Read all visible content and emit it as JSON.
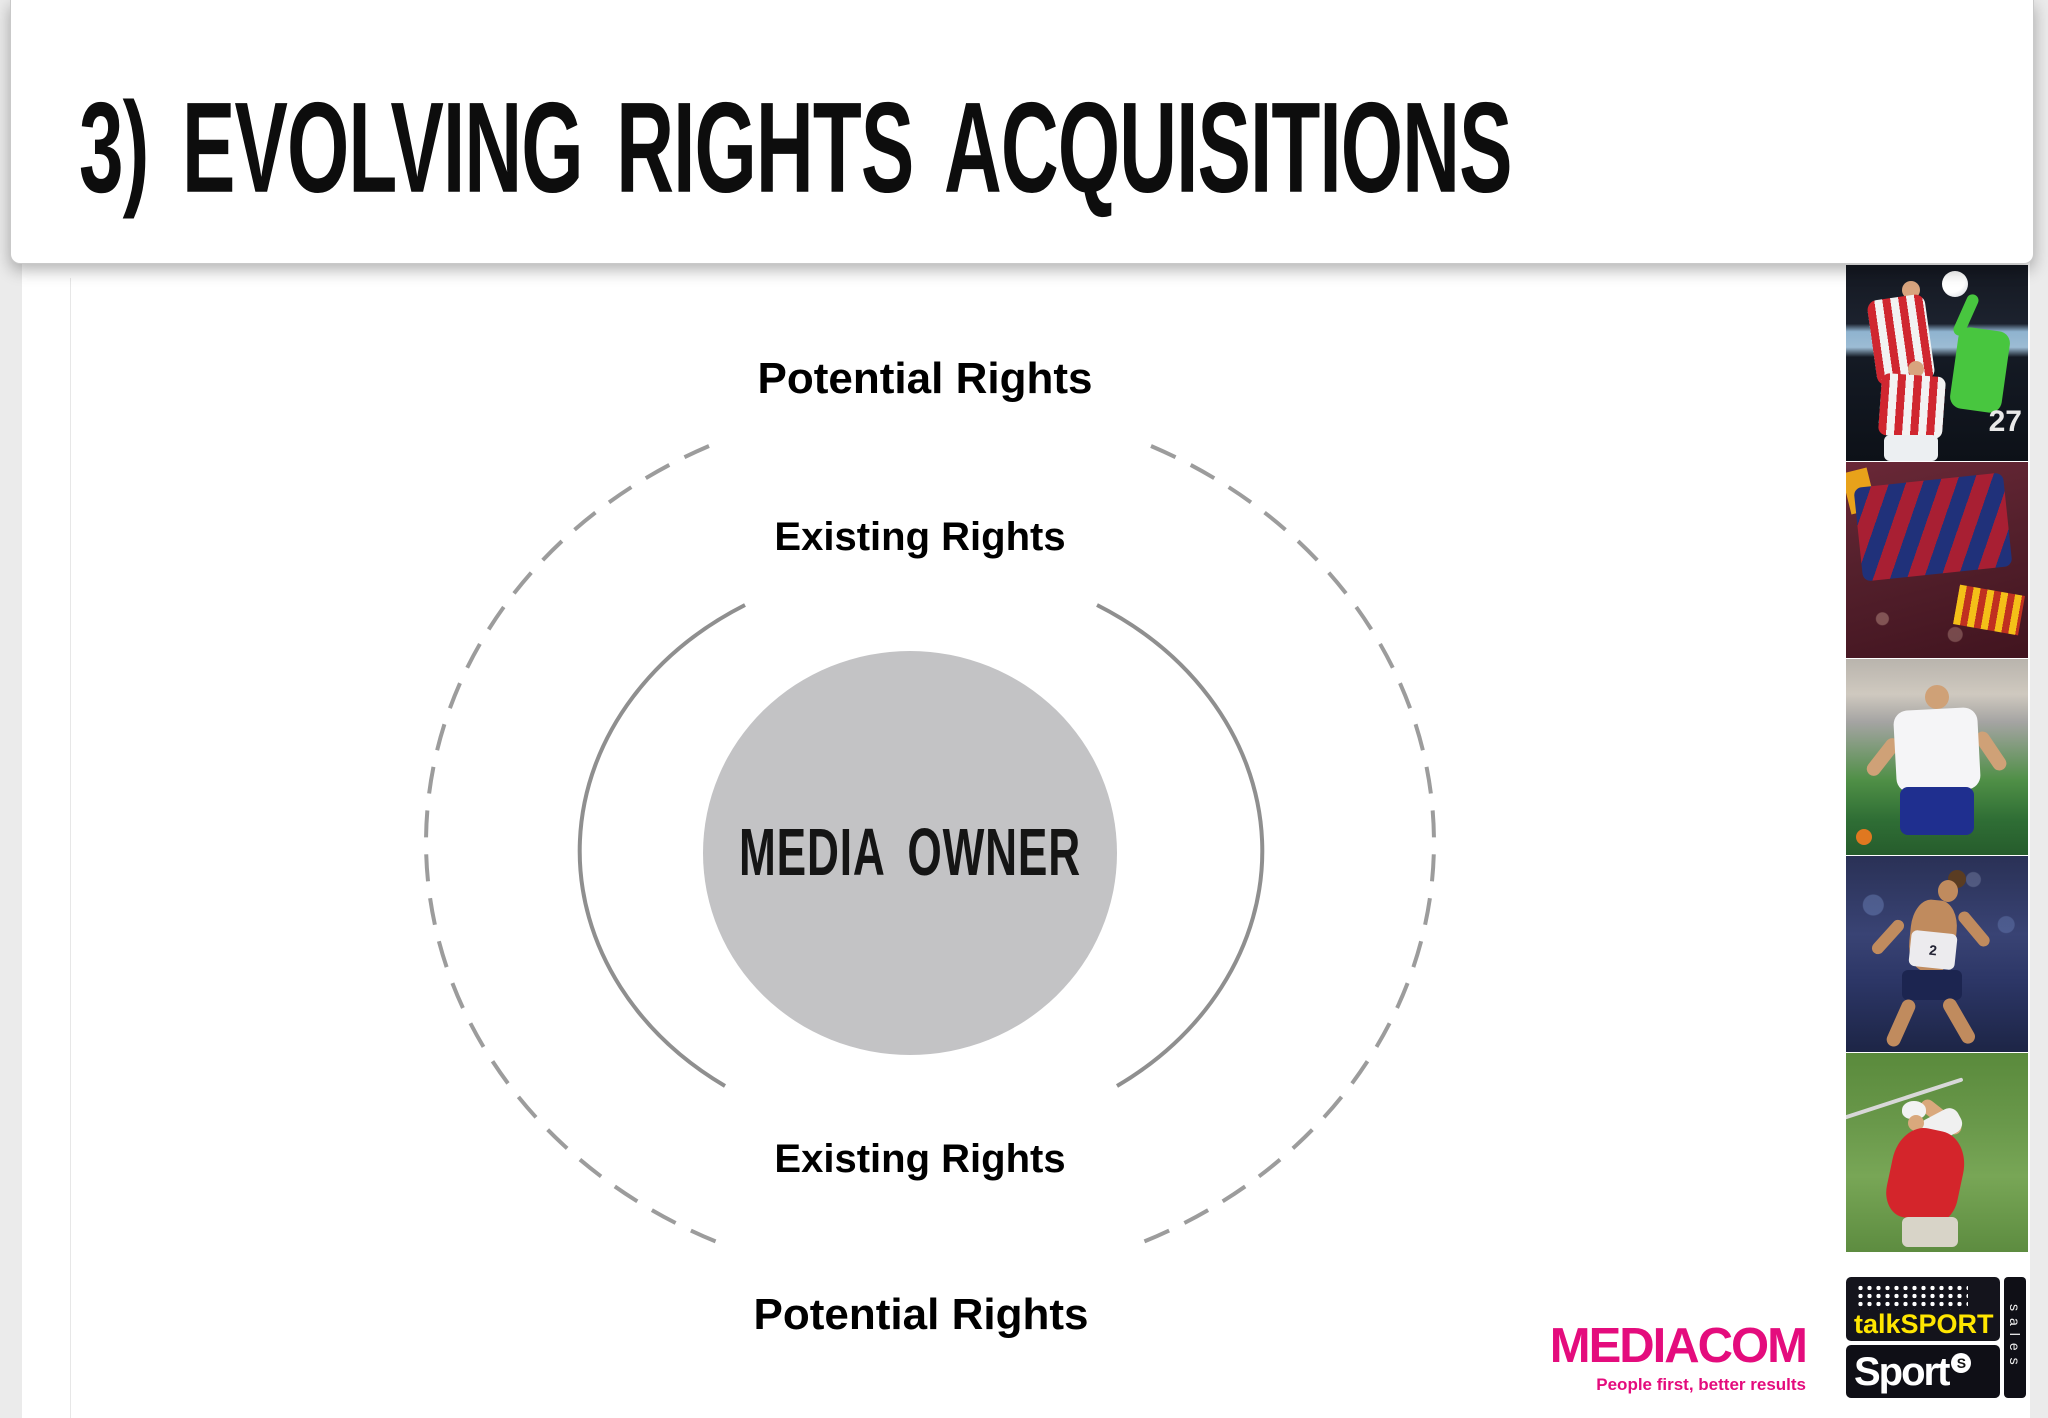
{
  "slide": {
    "title": "3) EVOLVING RIGHTS ACQUISITIONS"
  },
  "diagram": {
    "center_label": "MEDIA OWNER",
    "labels": {
      "potential_top": "Potential Rights",
      "existing_top": "Existing Rights",
      "existing_bottom": "Existing Rights",
      "potential_bottom": "Potential Rights"
    },
    "colors": {
      "center_fill": "#c3c3c5",
      "ring_stroke_solid": "#8f8f8f",
      "ring_stroke_dashed": "#9c9c9c"
    }
  },
  "photos": {
    "items": [
      {
        "name": "football-header-duel",
        "description": "Striped footballers and goalkeeper jumping for ball",
        "badge": "27"
      },
      {
        "name": "barcelona-fans",
        "description": "Fans waving blue, red and yellow flags",
        "badge": ""
      },
      {
        "name": "england-player",
        "description": "Footballer in white England shirt on pitch",
        "badge": ""
      },
      {
        "name": "athletics-runner",
        "description": "Female sprinter in GB kit",
        "badge": "2"
      },
      {
        "name": "golfer-swing",
        "description": "Golfer in red shirt mid-swing",
        "badge": ""
      }
    ]
  },
  "footer": {
    "mediacom": {
      "name": "MEDIACOM",
      "tagline": "People first, better results",
      "color": "#e40c7d"
    },
    "talksport": {
      "label": "talkSPORT",
      "color": "#ffe600"
    },
    "sport": {
      "label": "Sport",
      "mark": "S"
    },
    "sales_vertical": "sales"
  }
}
